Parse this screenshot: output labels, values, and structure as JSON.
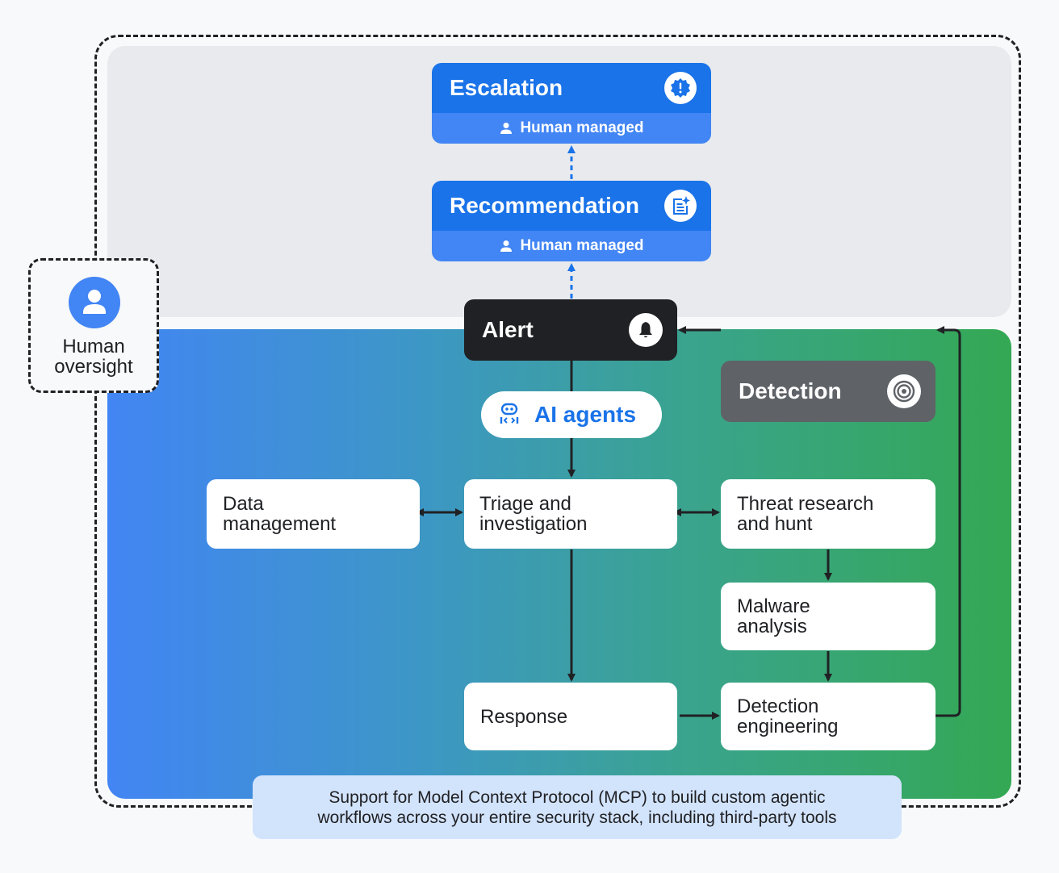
{
  "diagram": {
    "human_oversight": {
      "label": "Human\noversight",
      "icon": "person-icon"
    },
    "escalation": {
      "title": "Escalation",
      "subtitle": "Human managed",
      "icon": "alert-badge-icon"
    },
    "recommendation": {
      "title": "Recommendation",
      "subtitle": "Human managed",
      "icon": "document-sparkle-icon"
    },
    "alert": {
      "title": "Alert",
      "icon": "bell-icon"
    },
    "detection": {
      "title": "Detection",
      "icon": "target-icon"
    },
    "ai_agents": {
      "label": "AI agents",
      "icon": "robot-icon"
    },
    "data_management": {
      "label": "Data\nmanagement"
    },
    "triage": {
      "label": "Triage and\ninvestigation"
    },
    "threat_research": {
      "label": "Threat research\nand hunt"
    },
    "malware": {
      "label": "Malware\nanalysis"
    },
    "response": {
      "label": "Response"
    },
    "detection_engineering": {
      "label": "Detection\nengineering"
    },
    "mcp_note": {
      "text": "Support for Model Context Protocol (MCP) to build custom agentic\nworkflows across your entire security stack, including third-party tools"
    }
  },
  "colors": {
    "escalation_head": "#1a73e8",
    "escalation_sub": "#4285f4",
    "alert": "#202124",
    "detection": "#5f6368",
    "gradient_start": "#4285f4",
    "gradient_end": "#34a853",
    "mcp_bg": "#d2e3fc"
  }
}
